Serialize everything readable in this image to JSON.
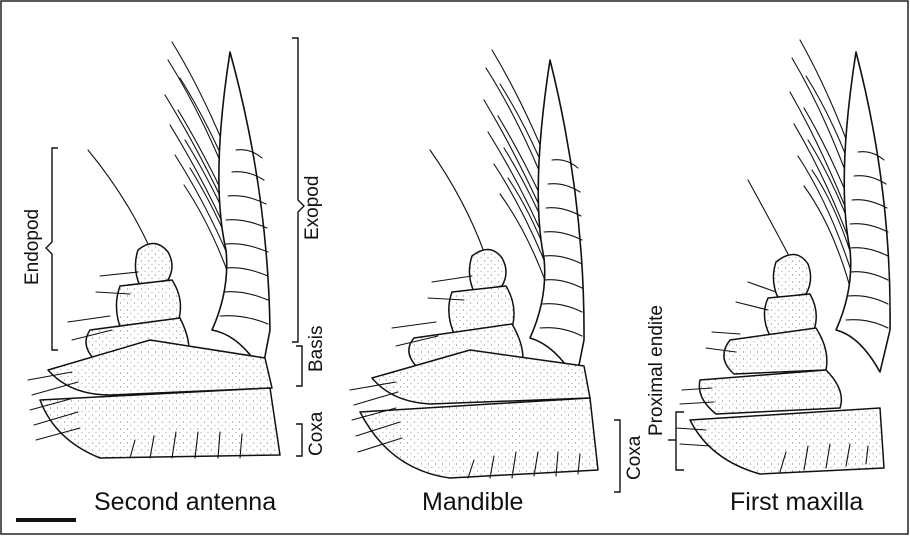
{
  "figure": {
    "panels": [
      {
        "caption": "Second antenna"
      },
      {
        "caption": "Mandible"
      },
      {
        "caption": "First maxilla"
      }
    ],
    "labels": {
      "endopod": "Endopod",
      "exopod": "Exopod",
      "basis": "Basis",
      "coxa_antenna": "Coxa",
      "coxa_mandible": "Coxa",
      "proximal_endite": "Proximal endite"
    },
    "scale_bar": {
      "label": ""
    }
  }
}
